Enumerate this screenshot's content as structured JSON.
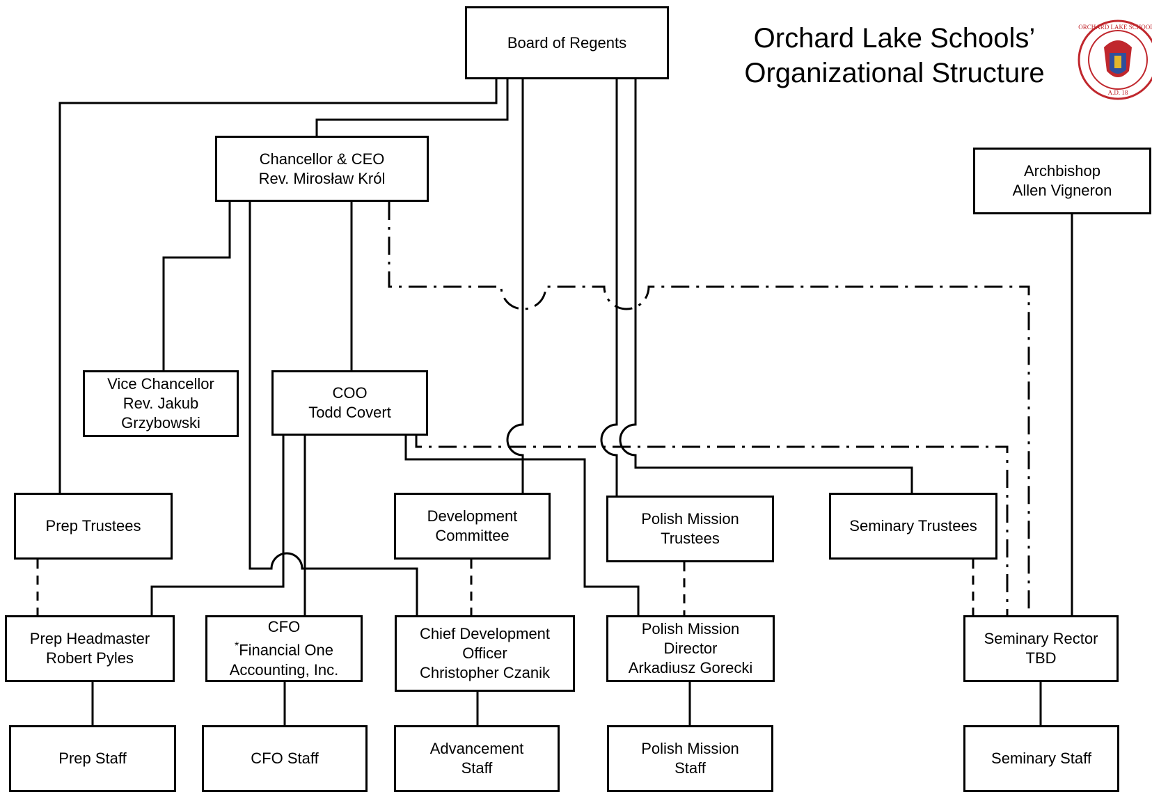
{
  "title": {
    "line1": "Orchard Lake Schools’",
    "line2": "Organizational Structure"
  },
  "seal": {
    "icon": "school-seal-icon",
    "text": "ORCHARD LAKE SCHOOLS",
    "year": "A.D. 18",
    "primary_color": "#c0272d"
  },
  "nodes": {
    "board": {
      "line1": "Board of Regents"
    },
    "chancellor": {
      "line1": "Chancellor & CEO",
      "line2": "Rev. Mirosław Król"
    },
    "archbishop": {
      "line1": "Archbishop",
      "line2": "Allen Vigneron"
    },
    "vice_chancellor": {
      "line1": "Vice Chancellor",
      "line2": "Rev. Jakub",
      "line3": "Grzybowski"
    },
    "coo": {
      "line1": "COO",
      "line2": "Todd Covert"
    },
    "prep_trustees": {
      "line1": "Prep Trustees"
    },
    "development_committee": {
      "line1": "Development",
      "line2": "Committee"
    },
    "polish_mission_trustees": {
      "line1": "Polish Mission",
      "line2": "Trustees"
    },
    "seminary_trustees": {
      "line1": "Seminary Trustees"
    },
    "prep_headmaster": {
      "line1": "Prep Headmaster",
      "line2": "Robert Pyles"
    },
    "cfo": {
      "line1": "CFO",
      "line2_star": "*",
      "line2": "Financial One",
      "line3": "Accounting, Inc."
    },
    "chief_development_officer": {
      "line1": "Chief Development",
      "line2": "Officer",
      "line3": "Christopher Czanik"
    },
    "polish_mission_director": {
      "line1": "Polish Mission",
      "line2": "Director",
      "line3": "Arkadiusz Gorecki"
    },
    "seminary_rector": {
      "line1": "Seminary Rector",
      "line2": "TBD"
    },
    "prep_staff": {
      "line1": "Prep Staff"
    },
    "cfo_staff": {
      "line1": "CFO Staff"
    },
    "advancement_staff": {
      "line1": "Advancement",
      "line2": "Staff"
    },
    "polish_mission_staff": {
      "line1": "Polish Mission",
      "line2": "Staff"
    },
    "seminary_staff": {
      "line1": "Seminary Staff"
    }
  }
}
